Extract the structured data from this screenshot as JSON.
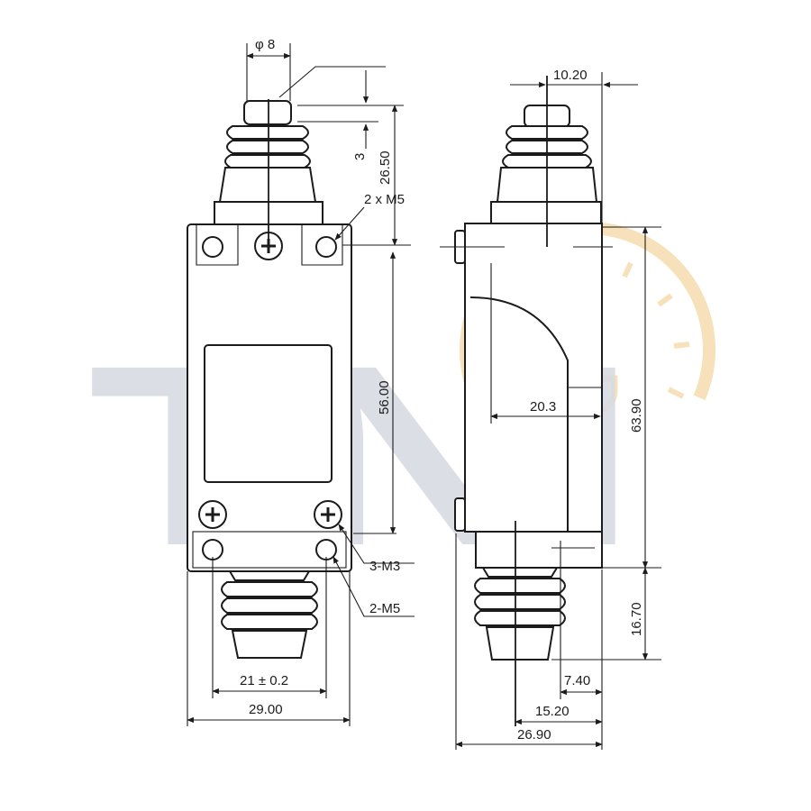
{
  "watermark": {
    "text": "TNI",
    "color": "#d8dbe3",
    "gauge_color": "#f6dcae",
    "icon": "plug-gauge-icon"
  },
  "front_view": {
    "dims": {
      "phi": "φ 8",
      "stroke": "3",
      "height_top": "26.50",
      "body_height": "56.00",
      "hole_spacing": "21 ± 0.2",
      "width": "29.00"
    },
    "callouts": {
      "top_holes": "2 x M5",
      "screws": "3-M3",
      "bottom_holes": "2-M5"
    }
  },
  "side_view": {
    "dims": {
      "top_width": "10.20",
      "inner": "20.3",
      "height": "63.90",
      "bottom_height": "16.70",
      "d1": "7.40",
      "d2": "15.20",
      "width": "26.90"
    }
  },
  "colors": {
    "line": "#1b1b1b",
    "background": "#ffffff"
  }
}
